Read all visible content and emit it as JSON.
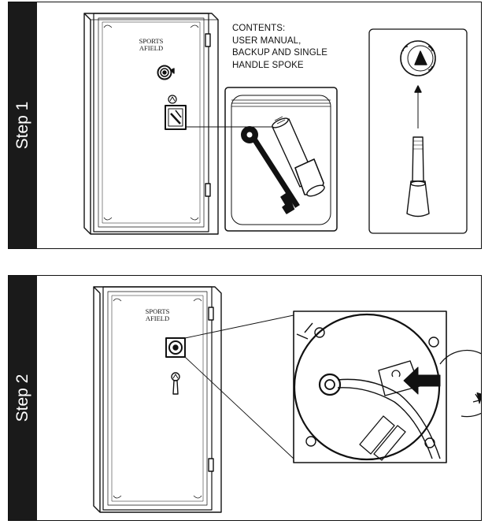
{
  "steps": [
    {
      "label": "Step 1"
    },
    {
      "label": "Step 2"
    }
  ],
  "contents": {
    "lines": [
      "CONTENTS:",
      "USER MANUAL,",
      "BACKUP AND SINGLE",
      "HANDLE SPOKE"
    ]
  },
  "brand": {
    "line1": "SPORTS",
    "line2": "AFIELD"
  },
  "colors": {
    "ink": "#111111",
    "sidebar": "#1a1a1a",
    "background": "#ffffff"
  }
}
